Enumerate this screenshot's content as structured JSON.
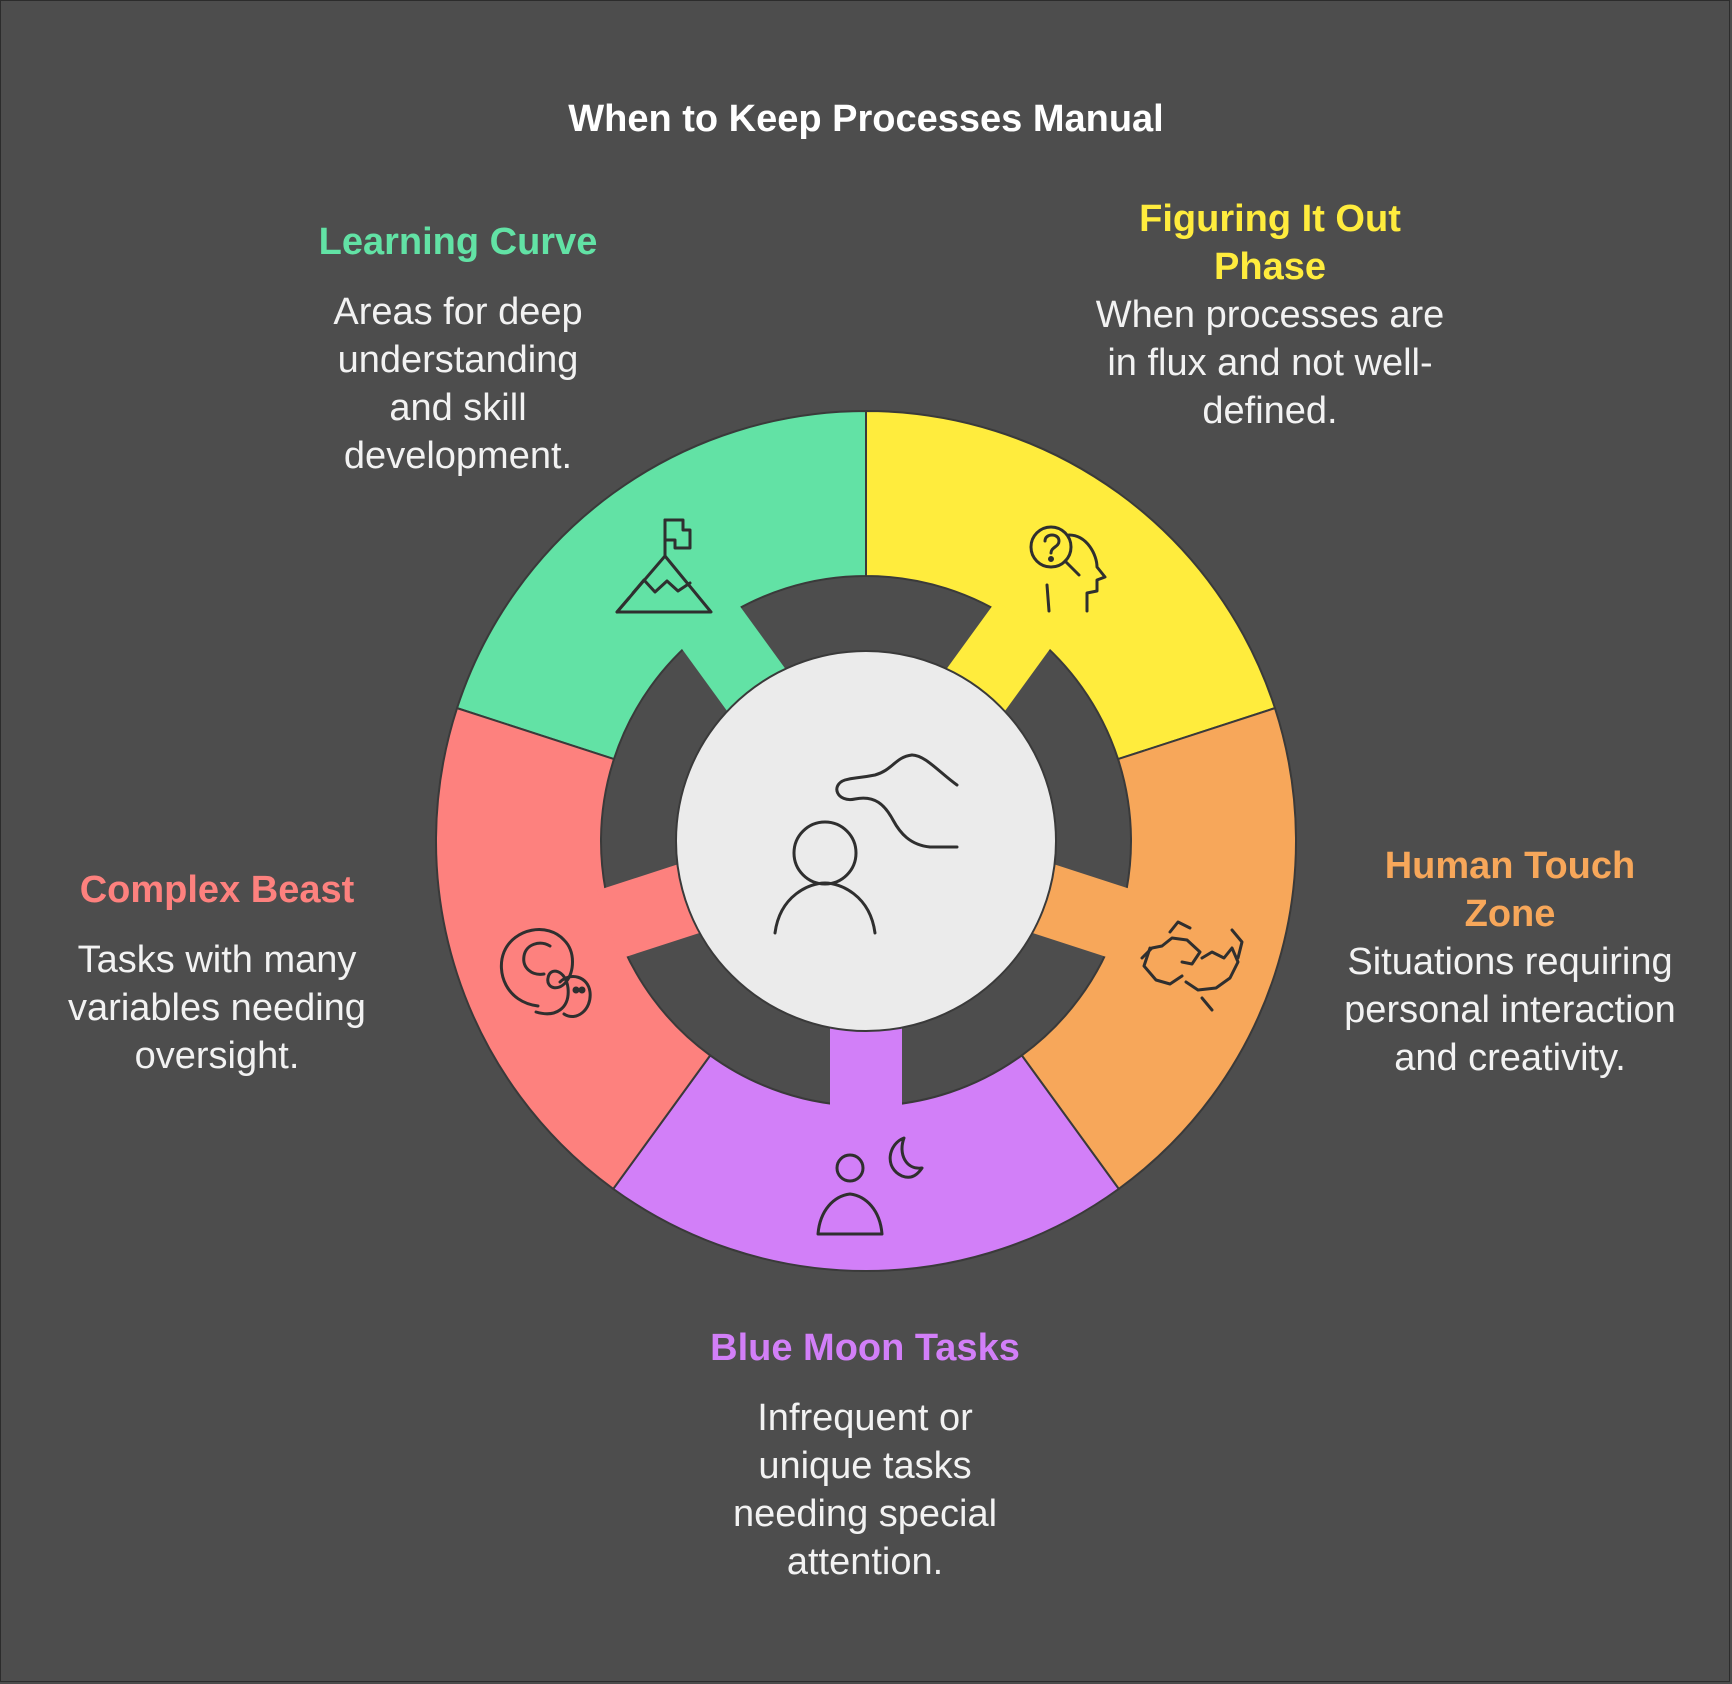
{
  "title": "When to Keep Processes Manual",
  "colors": {
    "background": "#4d4d4d",
    "center": "#ebebeb",
    "outline": "#3a3a3a",
    "icon_stroke": "#2f2f2f"
  },
  "segments": [
    {
      "id": "learning",
      "title": "Learning Curve",
      "description": "Areas for deep understanding and skill development.",
      "color": "#62e2a5",
      "icon": "mountain-flag-icon"
    },
    {
      "id": "figuring",
      "title": "Figuring It Out Phase",
      "description": "When processes are in flux and not well-defined.",
      "color": "#ffec3d",
      "icon": "head-question-magnifier-icon"
    },
    {
      "id": "human",
      "title": "Human Touch Zone",
      "description": "Situations requiring personal interaction and creativity.",
      "color": "#f7a75a",
      "icon": "fist-bump-icon"
    },
    {
      "id": "bluemoon",
      "title": "Blue Moon Tasks",
      "description": "Infrequent or unique tasks needing special attention.",
      "color": "#d27ff8",
      "icon": "person-moon-icon"
    },
    {
      "id": "complex",
      "title": "Complex Beast",
      "description": "Tasks with many variables needing oversight.",
      "color": "#fd817e",
      "icon": "snake-icon"
    }
  ],
  "center_icon": "person-winding-path-icon"
}
